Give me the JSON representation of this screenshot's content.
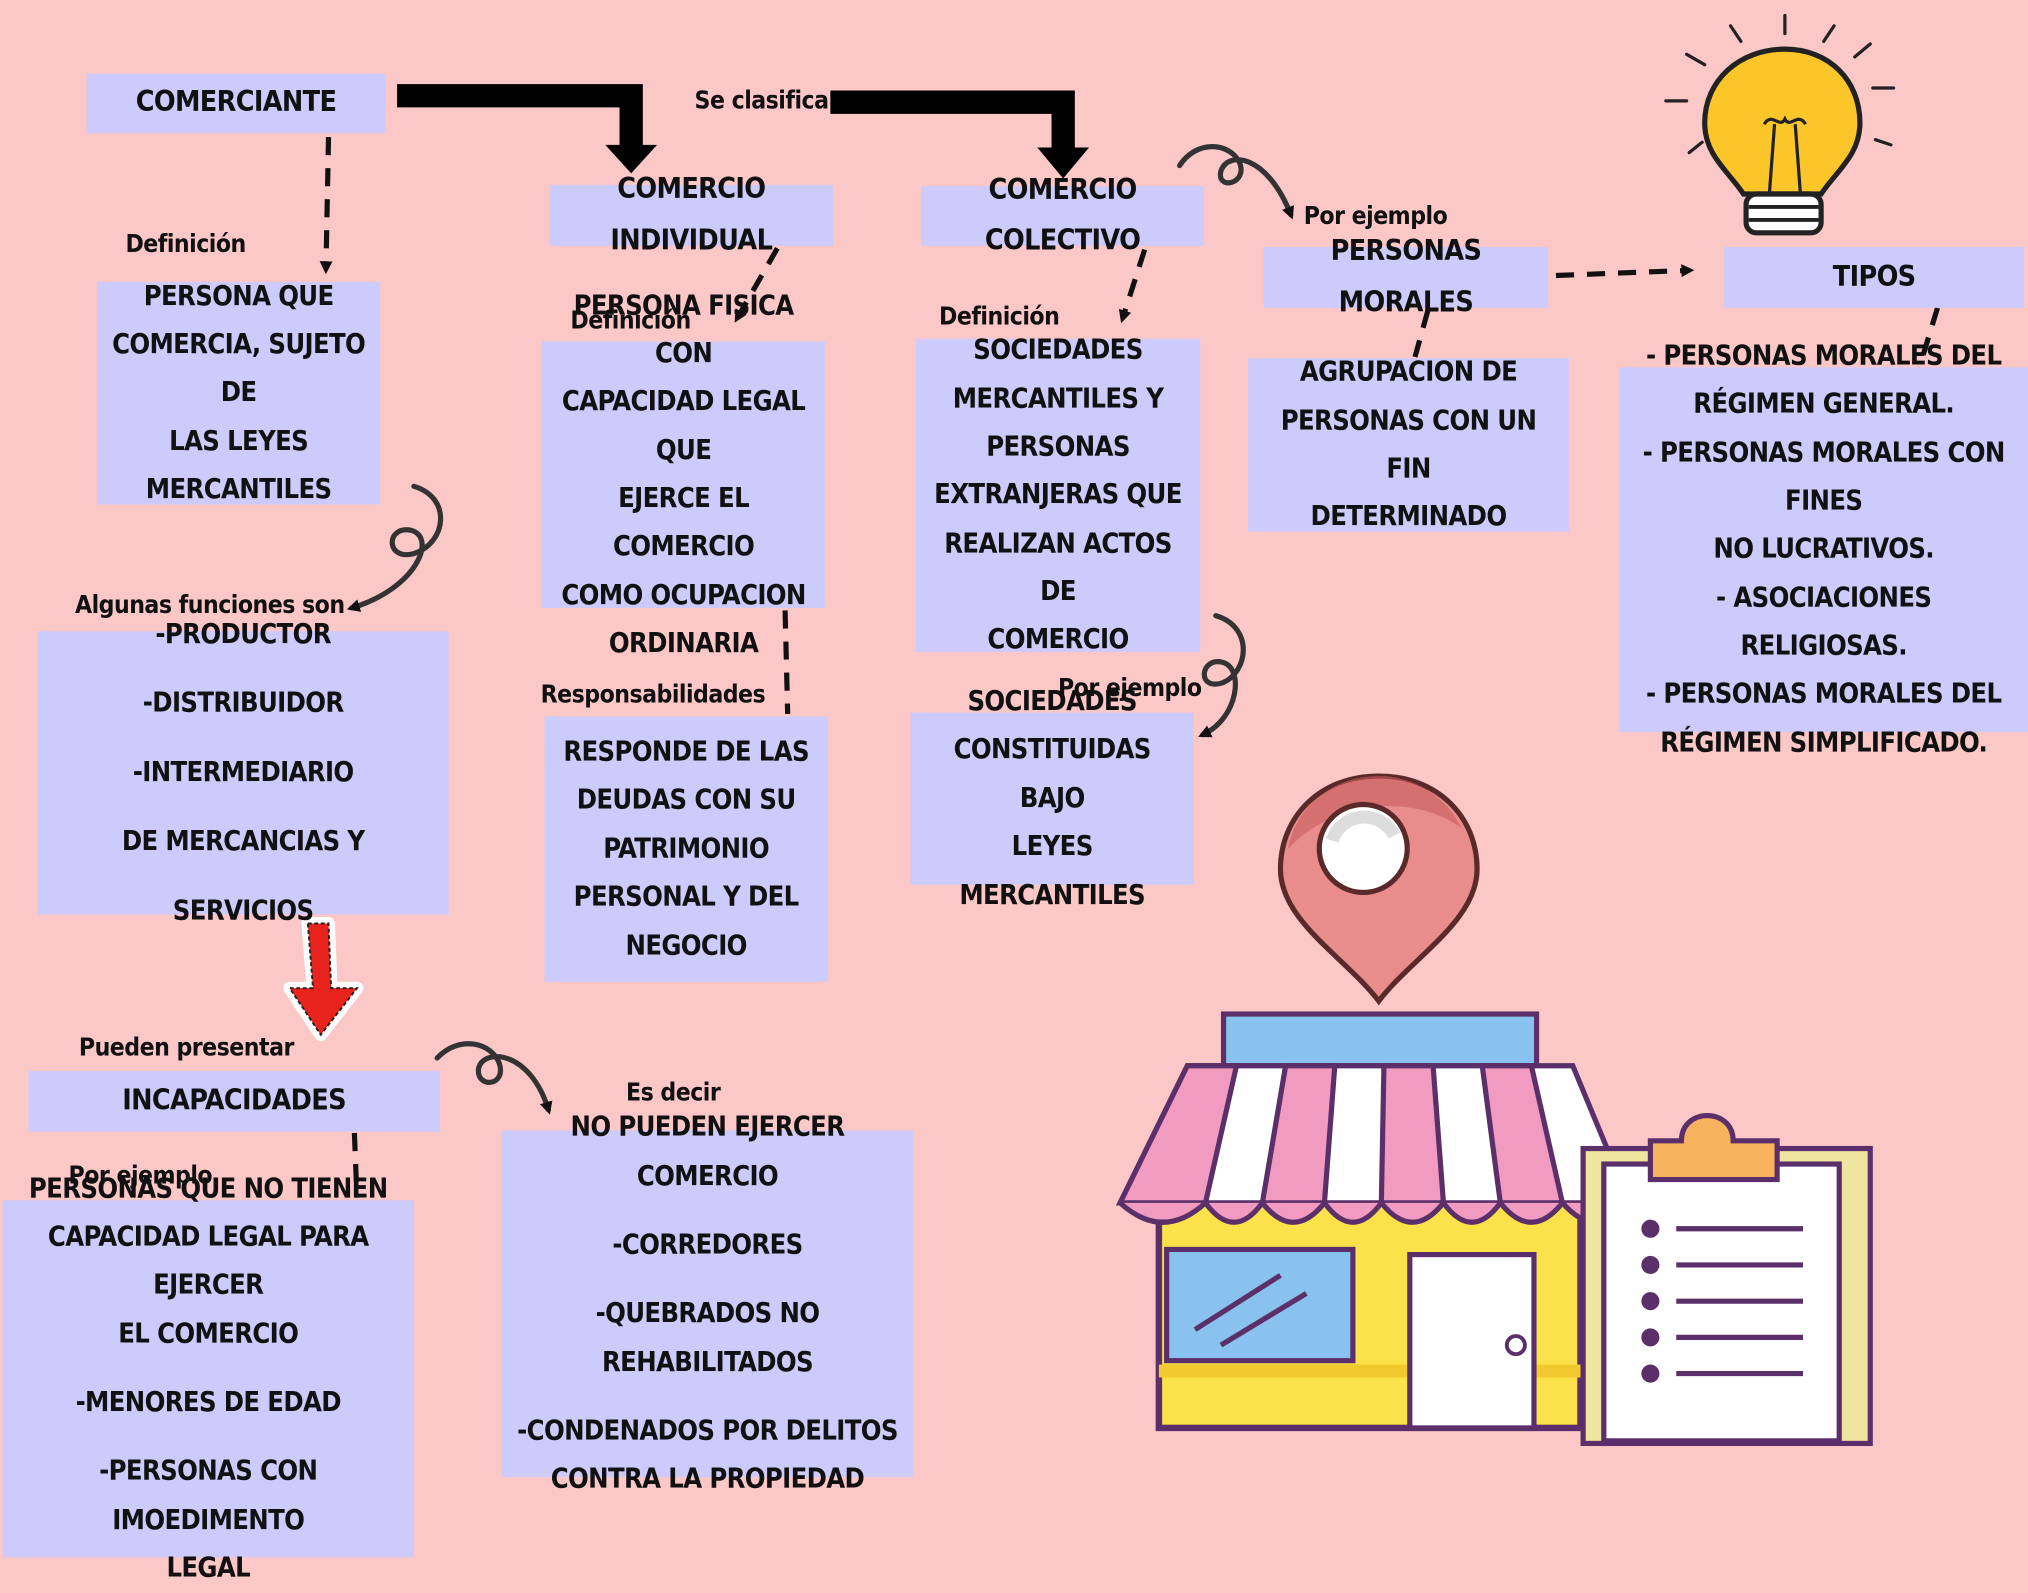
{
  "comerciante": {
    "title": "COMERCIANTE",
    "definicion_label": "Definición",
    "definicion_lines": [
      "PERSONA QUE",
      "COMERCIA, SUJETO DE",
      "LAS LEYES",
      "MERCANTILES"
    ],
    "funciones_label": "Algunas funciones son",
    "funciones": [
      "-PRODUCTOR",
      "-DISTRIBUIDOR",
      "-INTERMEDIARIO",
      "DE MERCANCIAS Y SERVICIOS"
    ],
    "pueden_label": "Pueden presentar",
    "incapacidades_title": "INCAPACIDADES",
    "ejemplo_label": "Por ejemplo",
    "ejemplo_lines": [
      "PERSONAS QUE NO TIENEN",
      "CAPACIDAD LEGAL PARA EJERCER",
      "EL COMERCIO"
    ],
    "ejemplo_items": [
      "-MENORES DE EDAD",
      "-PERSONAS CON IMOEDIMENTO",
      "LEGAL"
    ],
    "es_decir_label": "Es decir",
    "es_decir_items": [
      "NO PUEDEN EJERCER COMERCIO",
      "-CORREDORES",
      "-QUEBRADOS NO REHABILITADOS",
      "-CONDENADOS POR DELITOS",
      "CONTRA LA PROPIEDAD"
    ]
  },
  "se_clasifica_label": "Se clasifica",
  "individual": {
    "title": "COMERCIO INDIVIDUAL",
    "definicion_label": "Definición",
    "definicion_lines": [
      "PERSONA FISICA CON",
      "CAPACIDAD LEGAL QUE",
      "EJERCE EL COMERCIO",
      "COMO OCUPACION",
      "ORDINARIA"
    ],
    "resp_label": "Responsabilidades",
    "resp_lines": [
      "RESPONDE DE LAS",
      "DEUDAS CON SU",
      "PATRIMONIO",
      "PERSONAL Y DEL",
      "NEGOCIO"
    ]
  },
  "colectivo": {
    "title": "COMERCIO COLECTIVO",
    "definicion_label": "Definición",
    "definicion_lines": [
      "SOCIEDADES",
      "MERCANTILES Y",
      "PERSONAS",
      "EXTRANJERAS QUE",
      "REALIZAN ACTOS DE",
      "COMERCIO"
    ],
    "ejemplo_label": "Por ejemplo",
    "ejemplo_lines": [
      "SOCIEDADES",
      "CONSTITUIDAS BAJO",
      "LEYES MERCANTILES"
    ],
    "ejemplo2_label": "Por ejemplo"
  },
  "morales": {
    "title": "PERSONAS MORALES",
    "desc_lines": [
      "AGRUPACION DE",
      "PERSONAS CON UN FIN",
      "DETERMINADO"
    ]
  },
  "tipos": {
    "title": "TIPOS",
    "lines": [
      "- PERSONAS MORALES DEL",
      "RÉGIMEN GENERAL.",
      "- PERSONAS MORALES CON FINES",
      "NO LUCRATIVOS.",
      "- ASOCIACIONES RELIGIOSAS.",
      "- PERSONAS MORALES DEL",
      "RÉGIMEN SIMPLIFICADO."
    ]
  },
  "colors": {
    "background": "#fcc7c7",
    "box": "#cccbfb",
    "arrow_red": "#e8231d"
  },
  "icons": [
    "lightbulb-icon",
    "location-pin-icon",
    "store-icon",
    "clipboard-icon"
  ]
}
